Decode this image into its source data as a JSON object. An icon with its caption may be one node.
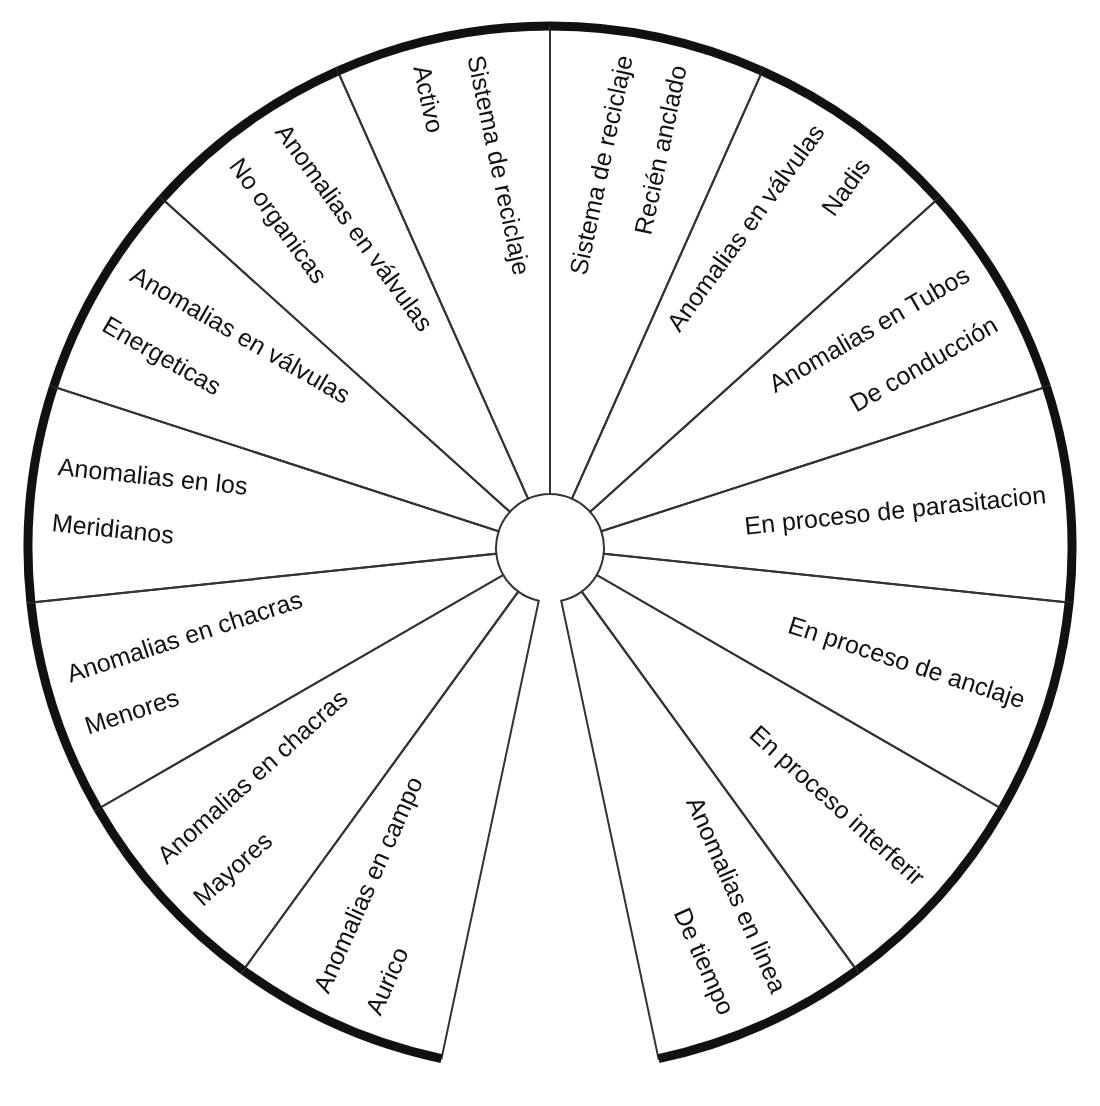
{
  "diagram": {
    "nodes": [
      {
        "text": [
          "Anomalias en campo",
          "Aurico"
        ]
      },
      {
        "text": [
          "Anomalias en chacras",
          "Mayores"
        ]
      },
      {
        "text": [
          "Anomalias en chacras",
          "Menores"
        ]
      },
      {
        "text": [
          "Anomalias en los",
          "Meridianos"
        ]
      },
      {
        "text": [
          "Anomalias en válvulas",
          "Energeticas"
        ]
      },
      {
        "text": [
          "Anomalias en válvulas",
          "No organicas"
        ]
      },
      {
        "text": [
          "Sistema de reciclaje",
          "Activo"
        ]
      },
      {
        "text": [
          "Sistema de reciclaje",
          "Recién anclado"
        ]
      },
      {
        "text": [
          "Anomalias en válvulas",
          "Nadis"
        ]
      },
      {
        "text": [
          "Anomalias en Tubos",
          "De conducción"
        ]
      },
      {
        "text": [
          "En proceso de parasitacion"
        ]
      },
      {
        "text": [
          "En proceso de anclaje"
        ]
      },
      {
        "text": [
          "En proceso interferir"
        ]
      },
      {
        "text": [
          "Anomalias en linea",
          "De tiempo"
        ]
      }
    ]
  }
}
